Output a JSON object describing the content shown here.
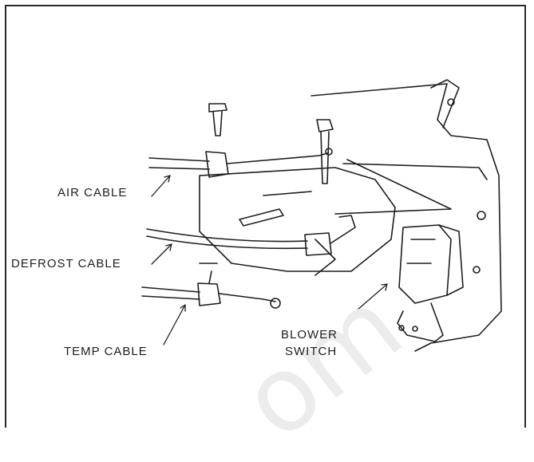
{
  "labels": {
    "air_cable": "AIR CABLE",
    "defrost_cable": "DEFROST CABLE",
    "temp_cable": "TEMP CABLE",
    "blower_line1": "BLOWER",
    "blower_line2": "SWITCH"
  },
  "colors": {
    "ink": "#1e1e1e",
    "paper": "#ffffff"
  }
}
